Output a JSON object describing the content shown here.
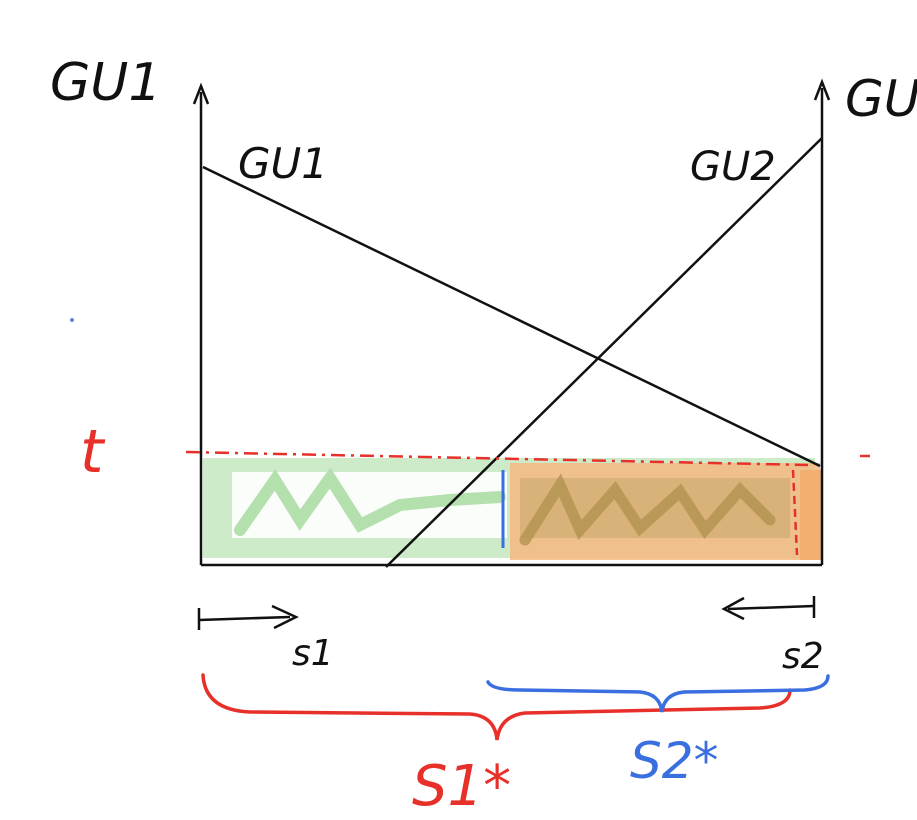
{
  "labels": {
    "left_axis": "GU1",
    "right_axis": "GU",
    "line_left": "GU1",
    "line_right": "GU2",
    "threshold": "t",
    "s1": "s1",
    "s2": "s2",
    "s1_star": "S1*",
    "s2_star": "S2*"
  },
  "colors": {
    "ink": "#111111",
    "red": "#e8302a",
    "blue": "#3a6fe0",
    "green_fill": "#b9e3b4",
    "orange_fill": "#f3b57f",
    "olive_fill": "#c7a46a"
  }
}
